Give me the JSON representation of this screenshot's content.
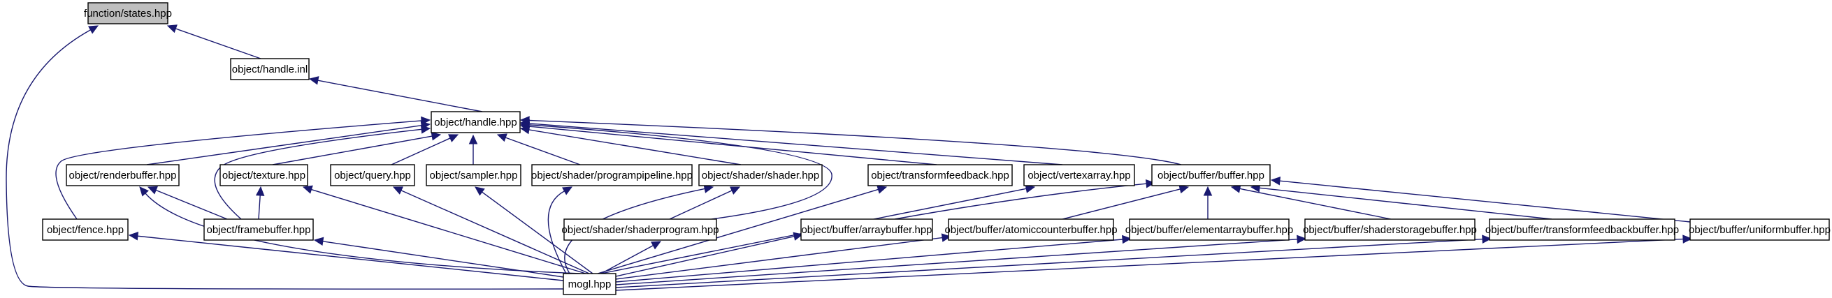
{
  "diagram": {
    "type": "include-dependency-graph",
    "colors": {
      "node_fill": "#ffffff",
      "root_fill": "#bfbfbf",
      "edge": "#191970",
      "border": "#000000"
    },
    "nodes": [
      {
        "id": "states",
        "label": "function/states.hpp",
        "root": true
      },
      {
        "id": "handle_inl",
        "label": "object/handle.inl"
      },
      {
        "id": "handle_hpp",
        "label": "object/handle.hpp"
      },
      {
        "id": "renderbuffer",
        "label": "object/renderbuffer.hpp"
      },
      {
        "id": "texture",
        "label": "object/texture.hpp"
      },
      {
        "id": "query",
        "label": "object/query.hpp"
      },
      {
        "id": "sampler",
        "label": "object/sampler.hpp"
      },
      {
        "id": "programpipeline",
        "label": "object/shader/programpipeline.hpp"
      },
      {
        "id": "shader",
        "label": "object/shader/shader.hpp"
      },
      {
        "id": "transformfeedback",
        "label": "object/transformfeedback.hpp"
      },
      {
        "id": "vertexarray",
        "label": "object/vertexarray.hpp"
      },
      {
        "id": "buffer",
        "label": "object/buffer/buffer.hpp"
      },
      {
        "id": "fence",
        "label": "object/fence.hpp"
      },
      {
        "id": "framebuffer",
        "label": "object/framebuffer.hpp"
      },
      {
        "id": "shaderprogram",
        "label": "object/shader/shaderprogram.hpp"
      },
      {
        "id": "arraybuffer",
        "label": "object/buffer/arraybuffer.hpp"
      },
      {
        "id": "atomiccounterbuffer",
        "label": "object/buffer/atomiccounterbuffer.hpp"
      },
      {
        "id": "elementarraybuffer",
        "label": "object/buffer/elementarraybuffer.hpp"
      },
      {
        "id": "shaderstoragebuffer",
        "label": "object/buffer/shaderstoragebuffer.hpp"
      },
      {
        "id": "transformfeedbackbuffer",
        "label": "object/buffer/transformfeedbackbuffer.hpp"
      },
      {
        "id": "uniformbuffer",
        "label": "object/buffer/uniformbuffer.hpp"
      },
      {
        "id": "mogl",
        "label": "mogl.hpp"
      }
    ],
    "edges": [
      {
        "from": "handle_inl",
        "to": "states"
      },
      {
        "from": "mogl",
        "to": "states"
      },
      {
        "from": "handle_hpp",
        "to": "handle_inl"
      },
      {
        "from": "fence",
        "to": "handle_hpp"
      },
      {
        "from": "renderbuffer",
        "to": "handle_hpp"
      },
      {
        "from": "framebuffer",
        "to": "handle_hpp"
      },
      {
        "from": "texture",
        "to": "handle_hpp"
      },
      {
        "from": "query",
        "to": "handle_hpp"
      },
      {
        "from": "sampler",
        "to": "handle_hpp"
      },
      {
        "from": "programpipeline",
        "to": "handle_hpp"
      },
      {
        "from": "shader",
        "to": "handle_hpp"
      },
      {
        "from": "shaderprogram",
        "to": "handle_hpp"
      },
      {
        "from": "transformfeedback",
        "to": "handle_hpp"
      },
      {
        "from": "vertexarray",
        "to": "handle_hpp"
      },
      {
        "from": "buffer",
        "to": "handle_hpp"
      },
      {
        "from": "framebuffer",
        "to": "renderbuffer"
      },
      {
        "from": "mogl",
        "to": "renderbuffer"
      },
      {
        "from": "framebuffer",
        "to": "texture"
      },
      {
        "from": "mogl",
        "to": "texture"
      },
      {
        "from": "mogl",
        "to": "query"
      },
      {
        "from": "mogl",
        "to": "sampler"
      },
      {
        "from": "mogl",
        "to": "programpipeline"
      },
      {
        "from": "mogl",
        "to": "shader"
      },
      {
        "from": "shaderprogram",
        "to": "shader"
      },
      {
        "from": "mogl",
        "to": "transformfeedback"
      },
      {
        "from": "mogl",
        "to": "vertexarray"
      },
      {
        "from": "arraybuffer",
        "to": "buffer"
      },
      {
        "from": "atomiccounterbuffer",
        "to": "buffer"
      },
      {
        "from": "elementarraybuffer",
        "to": "buffer"
      },
      {
        "from": "shaderstoragebuffer",
        "to": "buffer"
      },
      {
        "from": "transformfeedbackbuffer",
        "to": "buffer"
      },
      {
        "from": "uniformbuffer",
        "to": "buffer"
      },
      {
        "from": "mogl",
        "to": "fence"
      },
      {
        "from": "mogl",
        "to": "framebuffer"
      },
      {
        "from": "mogl",
        "to": "shaderprogram"
      },
      {
        "from": "mogl",
        "to": "arraybuffer"
      },
      {
        "from": "mogl",
        "to": "atomiccounterbuffer"
      },
      {
        "from": "mogl",
        "to": "elementarraybuffer"
      },
      {
        "from": "mogl",
        "to": "shaderstoragebuffer"
      },
      {
        "from": "mogl",
        "to": "transformfeedbackbuffer"
      },
      {
        "from": "mogl",
        "to": "uniformbuffer"
      }
    ]
  }
}
